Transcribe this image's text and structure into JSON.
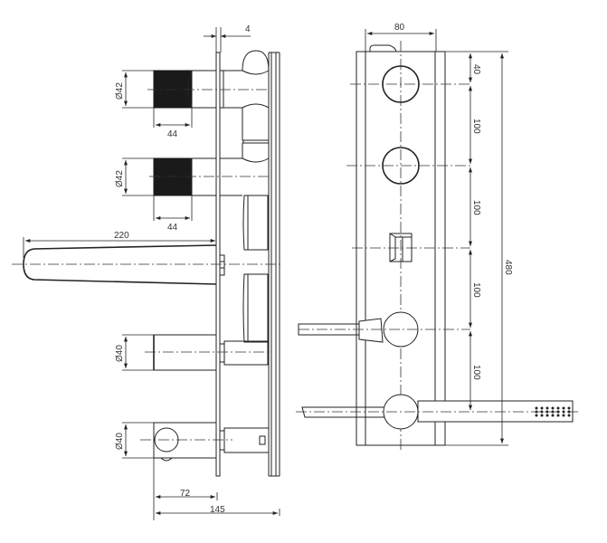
{
  "side_view": {
    "dims": {
      "plate_thickness": "4",
      "knob1_diameter": "Ø42",
      "knob1_length": "44",
      "knob2_diameter": "Ø42",
      "knob2_length": "44",
      "spout_length": "220",
      "outlet1_diameter": "Ø40",
      "outlet2_diameter": "Ø40",
      "projection_72": "72",
      "projection_145": "145"
    }
  },
  "front_view": {
    "dims": {
      "width": "80",
      "top_offset": "40",
      "spacing1": "100",
      "spacing2": "100",
      "spacing3": "100",
      "spacing4": "100",
      "height": "480"
    }
  }
}
